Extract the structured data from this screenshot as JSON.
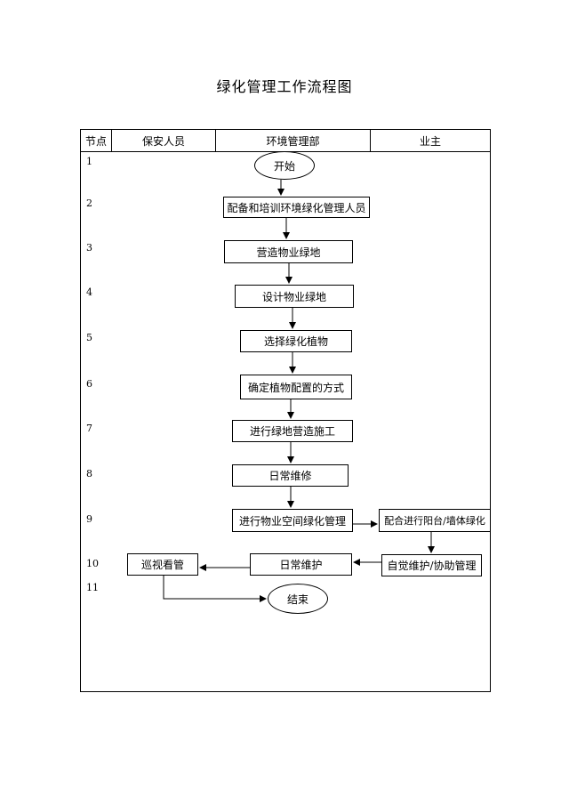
{
  "title": "绿化管理工作流程图",
  "header": {
    "col_node": "节点",
    "col_security": "保安人员",
    "col_env": "环境管理部",
    "col_owner": "业主"
  },
  "rows": [
    "1",
    "2",
    "3",
    "4",
    "5",
    "6",
    "7",
    "8",
    "9",
    "10",
    "11"
  ],
  "nodes": {
    "start": "开始",
    "staffing": "配备和培训环境绿化管理人员",
    "create_green": "营造物业绿地",
    "design_green": "设计物业绿地",
    "select_plants": "选择绿化植物",
    "plant_layout": "确定植物配置的方式",
    "construction": "进行绿地营造施工",
    "daily_repair": "日常维修",
    "space_greening": "进行物业空间绿化管理",
    "owner_balcony": "配合进行阳台/墙体绿化",
    "owner_maintain": "自觉维护/协助管理",
    "daily_maintain": "日常维护",
    "patrol": "巡视看管",
    "end": "结束"
  }
}
